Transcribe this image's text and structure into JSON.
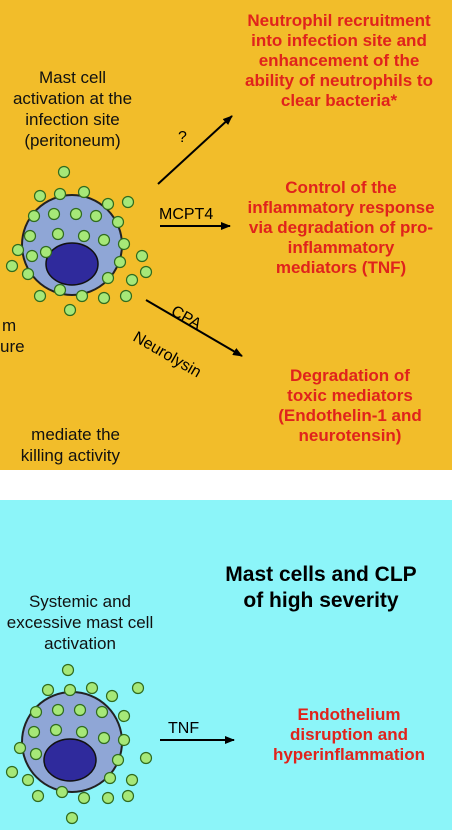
{
  "top_panel": {
    "activation_lines": [
      "Mast cell",
      "activation at the",
      "infection site",
      "(peritoneum)"
    ],
    "question_mark": "?",
    "mcpt4_label": "MCPT4",
    "cpa_label": "CPA",
    "neurolysin_label": "Neurolysin",
    "outcome_1_lines": [
      "Neutrophil recruitment",
      "into infection site and",
      "enhancement of the",
      "ability of neutrophils to",
      "clear bacteria*"
    ],
    "outcome_2_lines": [
      "Control of the",
      "inflammatory response",
      "via degradation of pro-",
      "inflammatory",
      "mediators (TNF)"
    ],
    "outcome_3_lines": [
      "Degradation of",
      "toxic mediators",
      "(Endothelin-1 and",
      "neurotensin)"
    ],
    "left_fragment_lines": [
      "m",
      "ure"
    ],
    "bottom_note_lines": [
      "mediate the",
      "killing activity"
    ],
    "background_color": "#f2bd2a",
    "outcome_color": "#e0231c"
  },
  "bottom_panel": {
    "title_lines": [
      "Mast cells and CLP",
      "of high severity"
    ],
    "activation_lines": [
      "Systemic and",
      "excessive mast cell",
      "activation"
    ],
    "tnf_label": "TNF",
    "outcome_lines": [
      "Endothelium",
      "disruption and",
      "hyperinflammation"
    ],
    "background_color": "#8cf5f9"
  },
  "cell_colors": {
    "cytoplasm": "#8fa6d6",
    "nucleus": "#2f2a9c",
    "granule": "#a6e878"
  }
}
